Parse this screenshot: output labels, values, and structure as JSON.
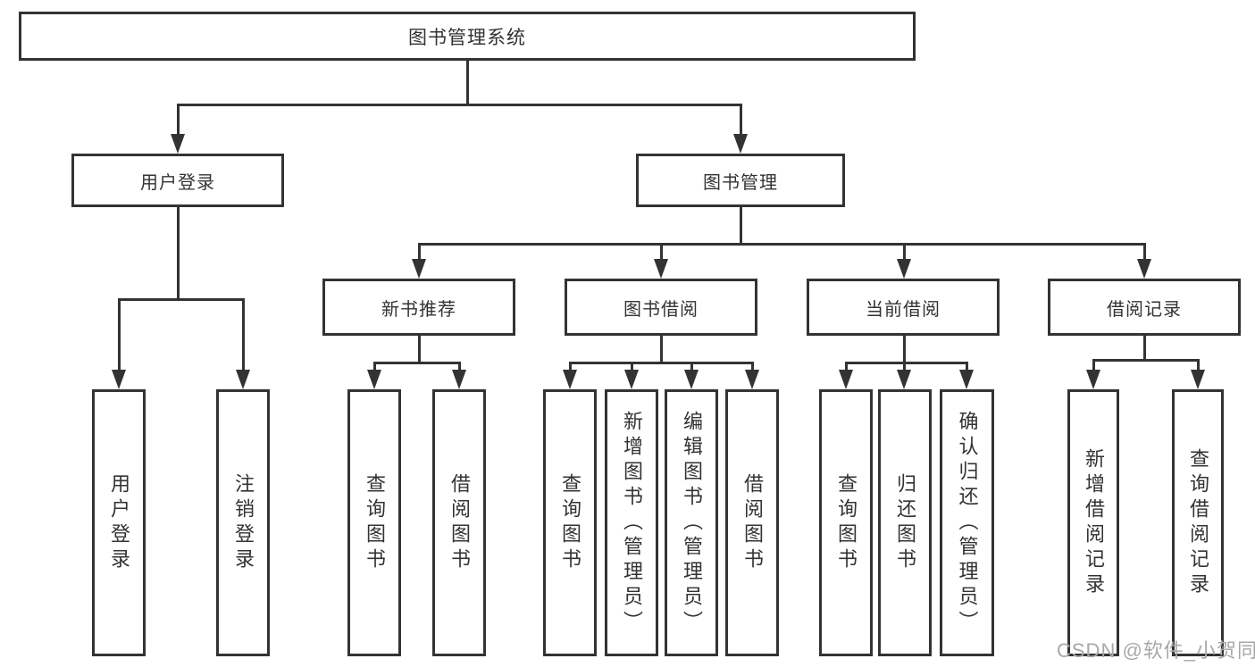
{
  "title": "图书管理系统",
  "tree": {
    "label": "图书管理系统",
    "children": [
      {
        "label": "用户登录",
        "children": [
          {
            "label": "用户登录"
          },
          {
            "label": "注销登录"
          }
        ]
      },
      {
        "label": "图书管理",
        "children": [
          {
            "label": "新书推荐",
            "children": [
              {
                "label": "查询图书"
              },
              {
                "label": "借阅图书"
              }
            ]
          },
          {
            "label": "图书借阅",
            "children": [
              {
                "label": "查询图书"
              },
              {
                "label": "新增图书（管理员）"
              },
              {
                "label": "编辑图书（管理员）"
              },
              {
                "label": "借阅图书"
              }
            ]
          },
          {
            "label": "当前借阅",
            "children": [
              {
                "label": "查询图书"
              },
              {
                "label": "归还图书"
              },
              {
                "label": "确认归还（管理员）"
              }
            ]
          },
          {
            "label": "借阅记录",
            "children": [
              {
                "label": "新增借阅记录"
              },
              {
                "label": "查询借阅记录"
              }
            ]
          }
        ]
      }
    ]
  },
  "watermark": "CSDN @软件_小贺同学",
  "colors": {
    "line": "#333333",
    "text": "#333333",
    "watermark": "#a8a8a8",
    "background": "#ffffff"
  }
}
